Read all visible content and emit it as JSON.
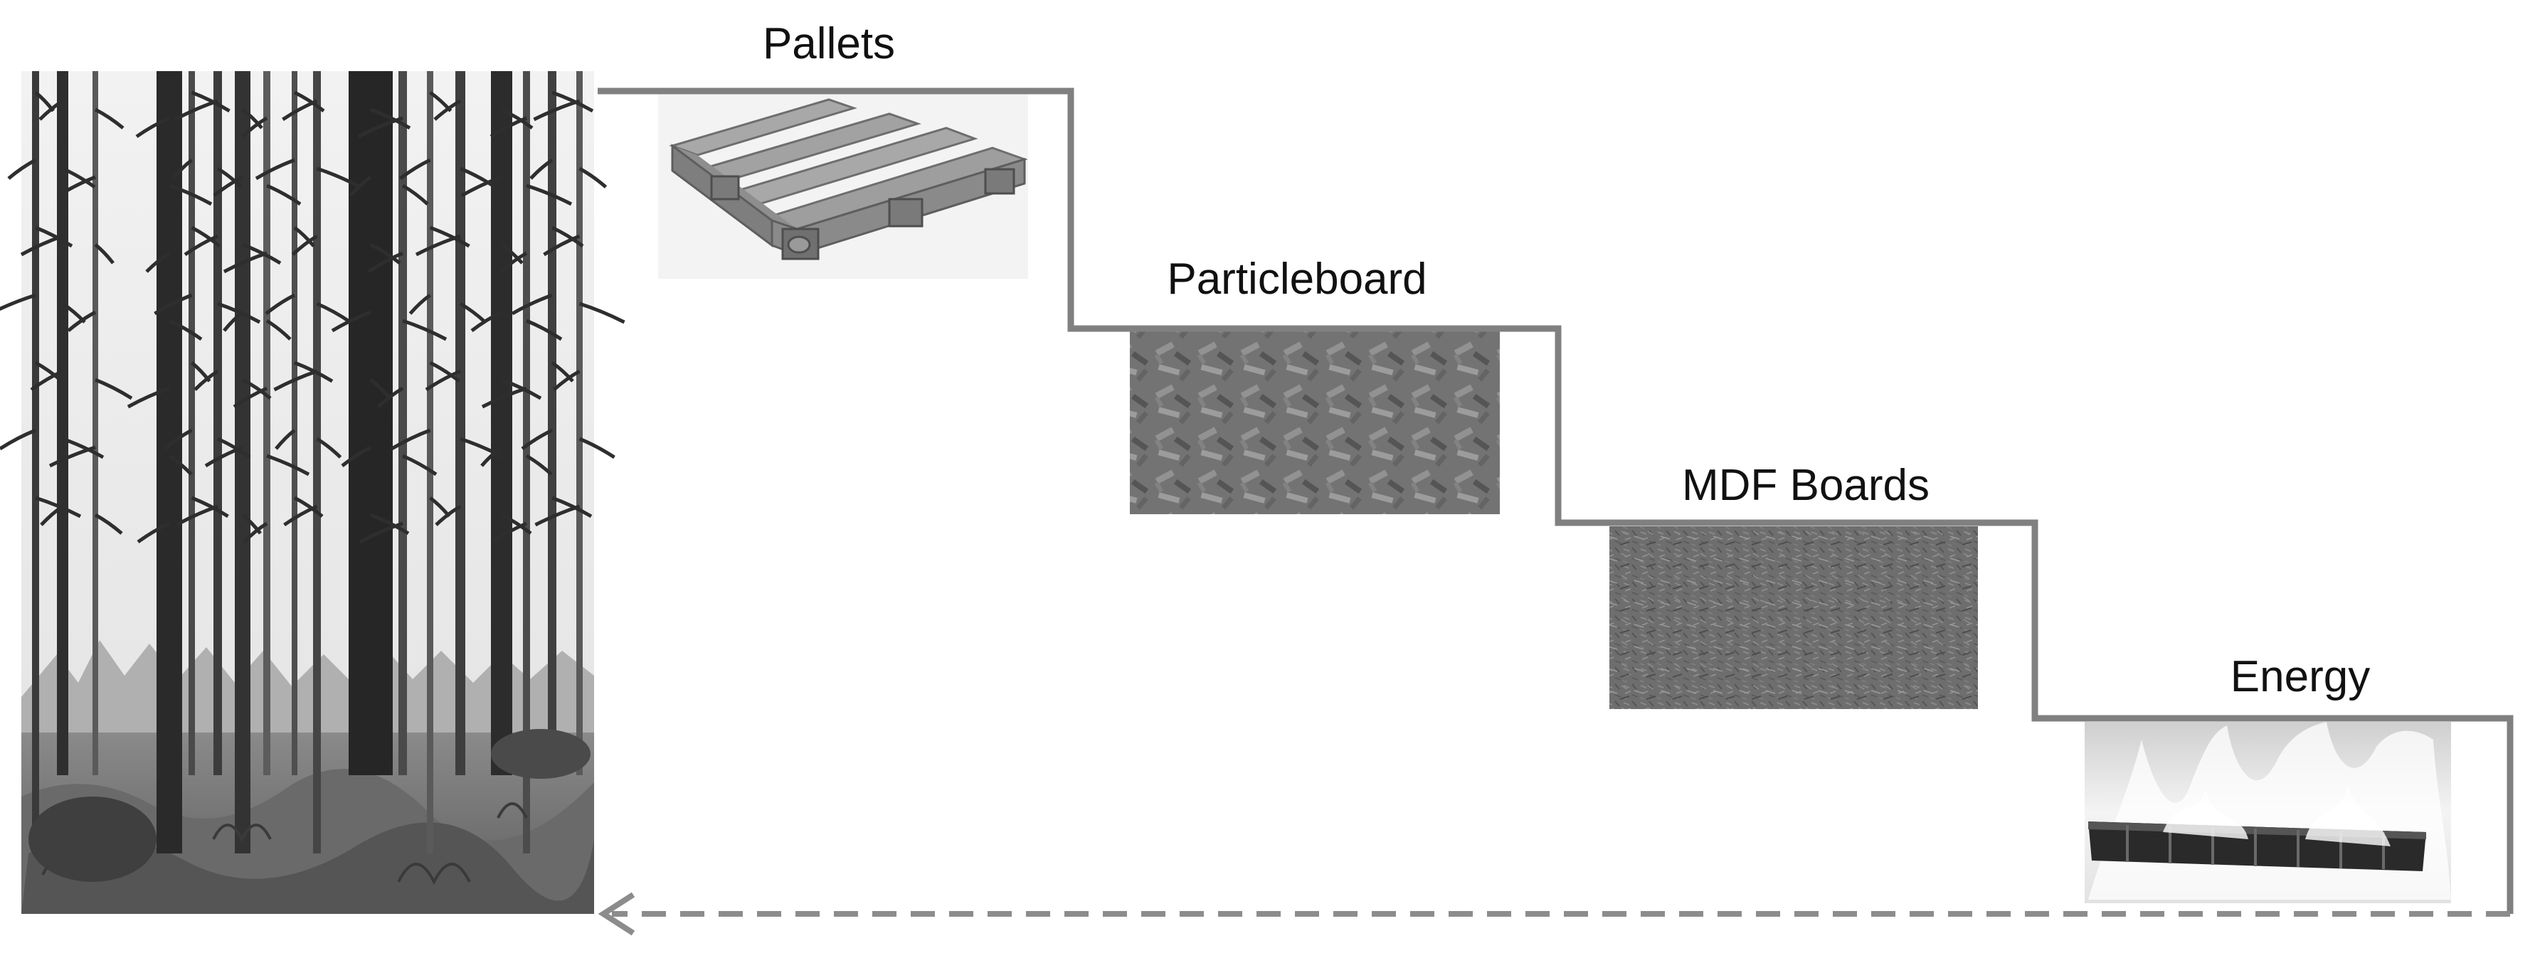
{
  "stages": [
    {
      "label": "Pallets",
      "icon": "pallet-photo"
    },
    {
      "label": "Particleboard",
      "icon": "particleboard-photo"
    },
    {
      "label": "MDF Boards",
      "icon": "mdf-board-photo"
    },
    {
      "label": "Energy",
      "icon": "fire-photo"
    }
  ],
  "source_icon": "forest-photo",
  "colors": {
    "staircase_line": "#808080",
    "return_arrow": "#8c8c8c",
    "text": "#111111"
  }
}
